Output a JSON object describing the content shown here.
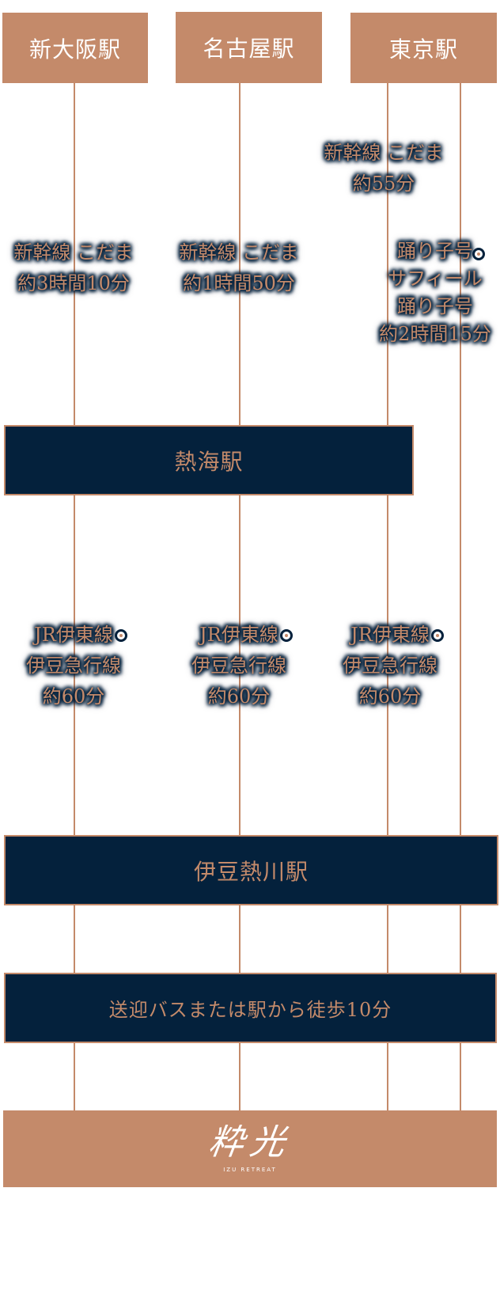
{
  "stations_top": [
    "新大阪駅",
    "名古屋駅",
    "東京駅"
  ],
  "routes_upper": [
    {
      "lines": [
        "新幹線 こだま",
        "約3時間10分"
      ]
    },
    {
      "lines": [
        "新幹線 こだま",
        "約1時間50分"
      ]
    },
    {
      "lines": [
        "新幹線 こだま",
        "約55分"
      ]
    },
    {
      "lines": [
        "踊り子号",
        "サフィール",
        "踊り子号",
        "約2時間15分"
      ]
    }
  ],
  "transfer_station": "熱海駅",
  "routes_lower": [
    {
      "lines": [
        "JR伊東線",
        "伊豆急行線",
        "約60分"
      ]
    },
    {
      "lines": [
        "JR伊東線",
        "伊豆急行線",
        "約60分"
      ]
    },
    {
      "lines": [
        "JR伊東線",
        "伊豆急行線",
        "約60分"
      ]
    }
  ],
  "destination_station": "伊豆熱川駅",
  "last_leg": "送迎バスまたは駅から徒歩10分",
  "logo": {
    "name": "粋光",
    "tagline": "IZU RETREAT"
  },
  "colors": {
    "copper": "#c48a6a",
    "navy": "#04213c",
    "white": "#ffffff"
  }
}
